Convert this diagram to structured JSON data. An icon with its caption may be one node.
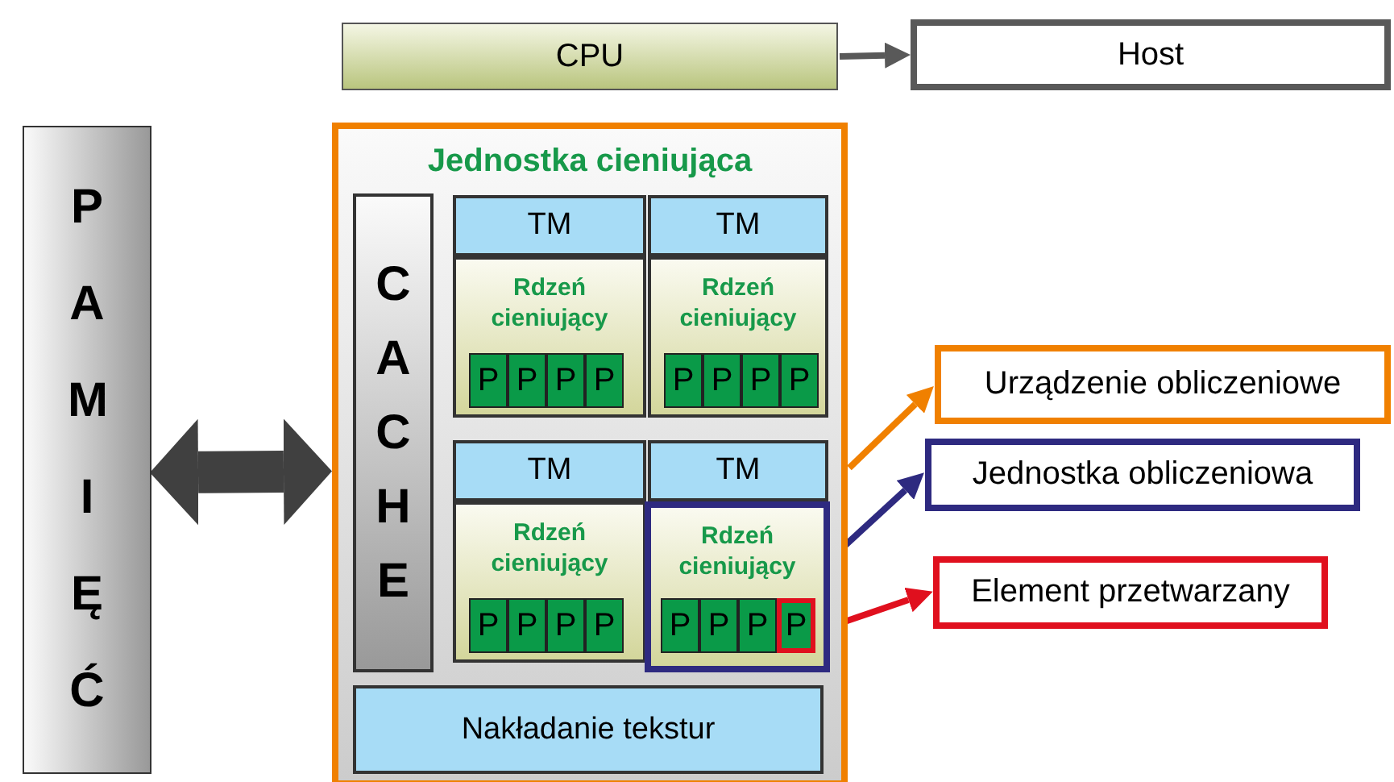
{
  "diagram": {
    "nodes": [
      {
        "text": [
          "CPU"
        ]
      },
      {
        "text": [
          "Host"
        ]
      },
      {
        "text": [
          "PAMIĘĆ"
        ]
      },
      {
        "text": [
          "Jednostka cieniująca"
        ]
      },
      {
        "text": [
          "CACHE"
        ],
        "in": 3
      },
      {
        "text": [
          "TM"
        ],
        "in": 3
      },
      {
        "text": [
          "Rdzeń cieniujący"
        ],
        "in": 3
      },
      {
        "text": [
          "P"
        ],
        "in": 6
      },
      {
        "text": [
          "P"
        ],
        "in": 6
      },
      {
        "text": [
          "P"
        ],
        "in": 6
      },
      {
        "text": [
          "P"
        ],
        "in": 6
      },
      {
        "text": [
          "TM"
        ],
        "in": 3
      },
      {
        "text": [
          "Rdzeń cieniujący"
        ],
        "in": 3
      },
      {
        "text": [
          "P"
        ],
        "in": 12
      },
      {
        "text": [
          "P"
        ],
        "in": 12
      },
      {
        "text": [
          "P"
        ],
        "in": 12
      },
      {
        "text": [
          "P"
        ],
        "in": 12
      },
      {
        "text": [
          "TM"
        ],
        "in": 3
      },
      {
        "text": [
          "Rdzeń cieniujący"
        ],
        "in": 3
      },
      {
        "text": [
          "P"
        ],
        "in": 18
      },
      {
        "text": [
          "P"
        ],
        "in": 18
      },
      {
        "text": [
          "P"
        ],
        "in": 18
      },
      {
        "text": [
          "P"
        ],
        "in": 18
      },
      {
        "text": [
          "TM"
        ],
        "in": 3
      },
      {
        "text": [
          "Rdzeń cieniujący"
        ],
        "in": 3
      },
      {
        "text": [
          "P"
        ],
        "in": 24
      },
      {
        "text": [
          "P"
        ],
        "in": 24
      },
      {
        "text": [
          "P"
        ],
        "in": 24
      },
      {
        "text": [
          "P"
        ],
        "in": 24
      },
      {
        "text": [
          "Nakładanie tekstur"
        ],
        "in": 3
      },
      {
        "text": [
          "Urządzenie obliczeniowe"
        ]
      },
      {
        "text": [
          "Jednostka obliczeniowa"
        ]
      },
      {
        "text": [
          "Element przetwarzany"
        ]
      }
    ],
    "edges": [
      {
        "from": 0,
        "to": 1,
        "arrow": "to",
        "color": "#595959"
      },
      {
        "from": 2,
        "to": 3,
        "arrow": "both",
        "style": "thick",
        "color": "#404040"
      },
      {
        "from": 3,
        "to": 30,
        "arrow": "to",
        "color": "#f08000"
      },
      {
        "from": 24,
        "to": 31,
        "arrow": "to",
        "color": "#2e2a80"
      },
      {
        "from": 28,
        "to": 32,
        "arrow": "to",
        "color": "#e0101e"
      }
    ]
  }
}
